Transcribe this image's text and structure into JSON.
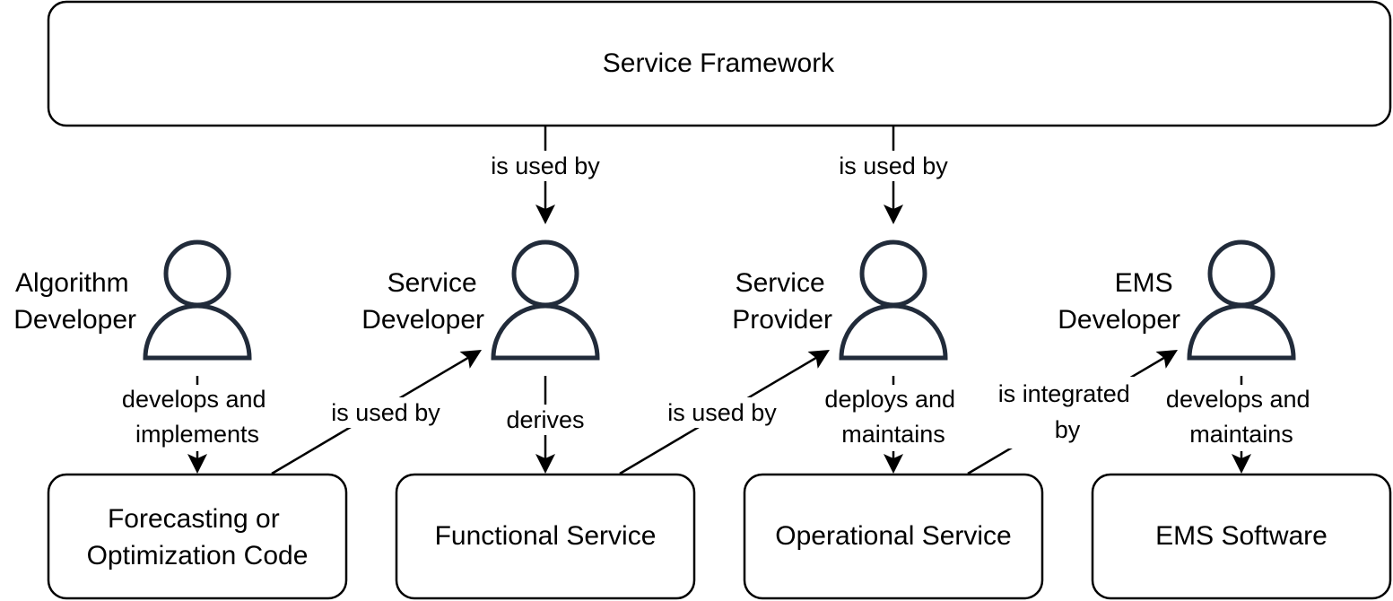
{
  "framework": {
    "label": "Service Framework"
  },
  "roles": [
    {
      "id": "algorithm-developer",
      "lines": [
        "Algorithm",
        "Developer"
      ]
    },
    {
      "id": "service-developer",
      "lines": [
        "Service",
        "Developer"
      ]
    },
    {
      "id": "service-provider",
      "lines": [
        "Service",
        "Provider"
      ]
    },
    {
      "id": "ems-developer",
      "lines": [
        "EMS",
        "Developer"
      ]
    }
  ],
  "artifacts": [
    {
      "id": "forecasting-or-optimization-code",
      "lines": [
        "Forecasting or",
        "Optimization Code"
      ]
    },
    {
      "id": "functional-service",
      "lines": [
        "Functional Service"
      ]
    },
    {
      "id": "operational-service",
      "lines": [
        "Operational Service"
      ]
    },
    {
      "id": "ems-software",
      "lines": [
        "EMS Software"
      ]
    }
  ],
  "edges": [
    {
      "id": "framework-to-service-developer",
      "from": "Service Framework",
      "to": "Service Developer",
      "lines": [
        "is used by"
      ]
    },
    {
      "id": "framework-to-service-provider",
      "from": "Service Framework",
      "to": "Service Provider",
      "lines": [
        "is used by"
      ]
    },
    {
      "id": "algorithm-developer-to-code",
      "from": "Algorithm Developer",
      "to": "Forecasting or Optimization Code",
      "lines": [
        "develops and",
        "implements"
      ]
    },
    {
      "id": "code-to-service-developer",
      "from": "Forecasting or Optimization Code",
      "to": "Service Developer",
      "lines": [
        "is used by"
      ]
    },
    {
      "id": "service-developer-to-functional",
      "from": "Service Developer",
      "to": "Functional Service",
      "lines": [
        "derives"
      ]
    },
    {
      "id": "functional-to-service-provider",
      "from": "Functional Service",
      "to": "Service Provider",
      "lines": [
        "is used by"
      ]
    },
    {
      "id": "service-provider-to-operational",
      "from": "Service Provider",
      "to": "Operational Service",
      "lines": [
        "deploys and",
        "maintains"
      ]
    },
    {
      "id": "operational-to-ems-developer",
      "from": "Operational Service",
      "to": "EMS Developer",
      "lines": [
        "is integrated",
        "by"
      ]
    },
    {
      "id": "ems-developer-to-software",
      "from": "EMS Developer",
      "to": "EMS Software",
      "lines": [
        "develops and",
        "maintains"
      ]
    }
  ]
}
